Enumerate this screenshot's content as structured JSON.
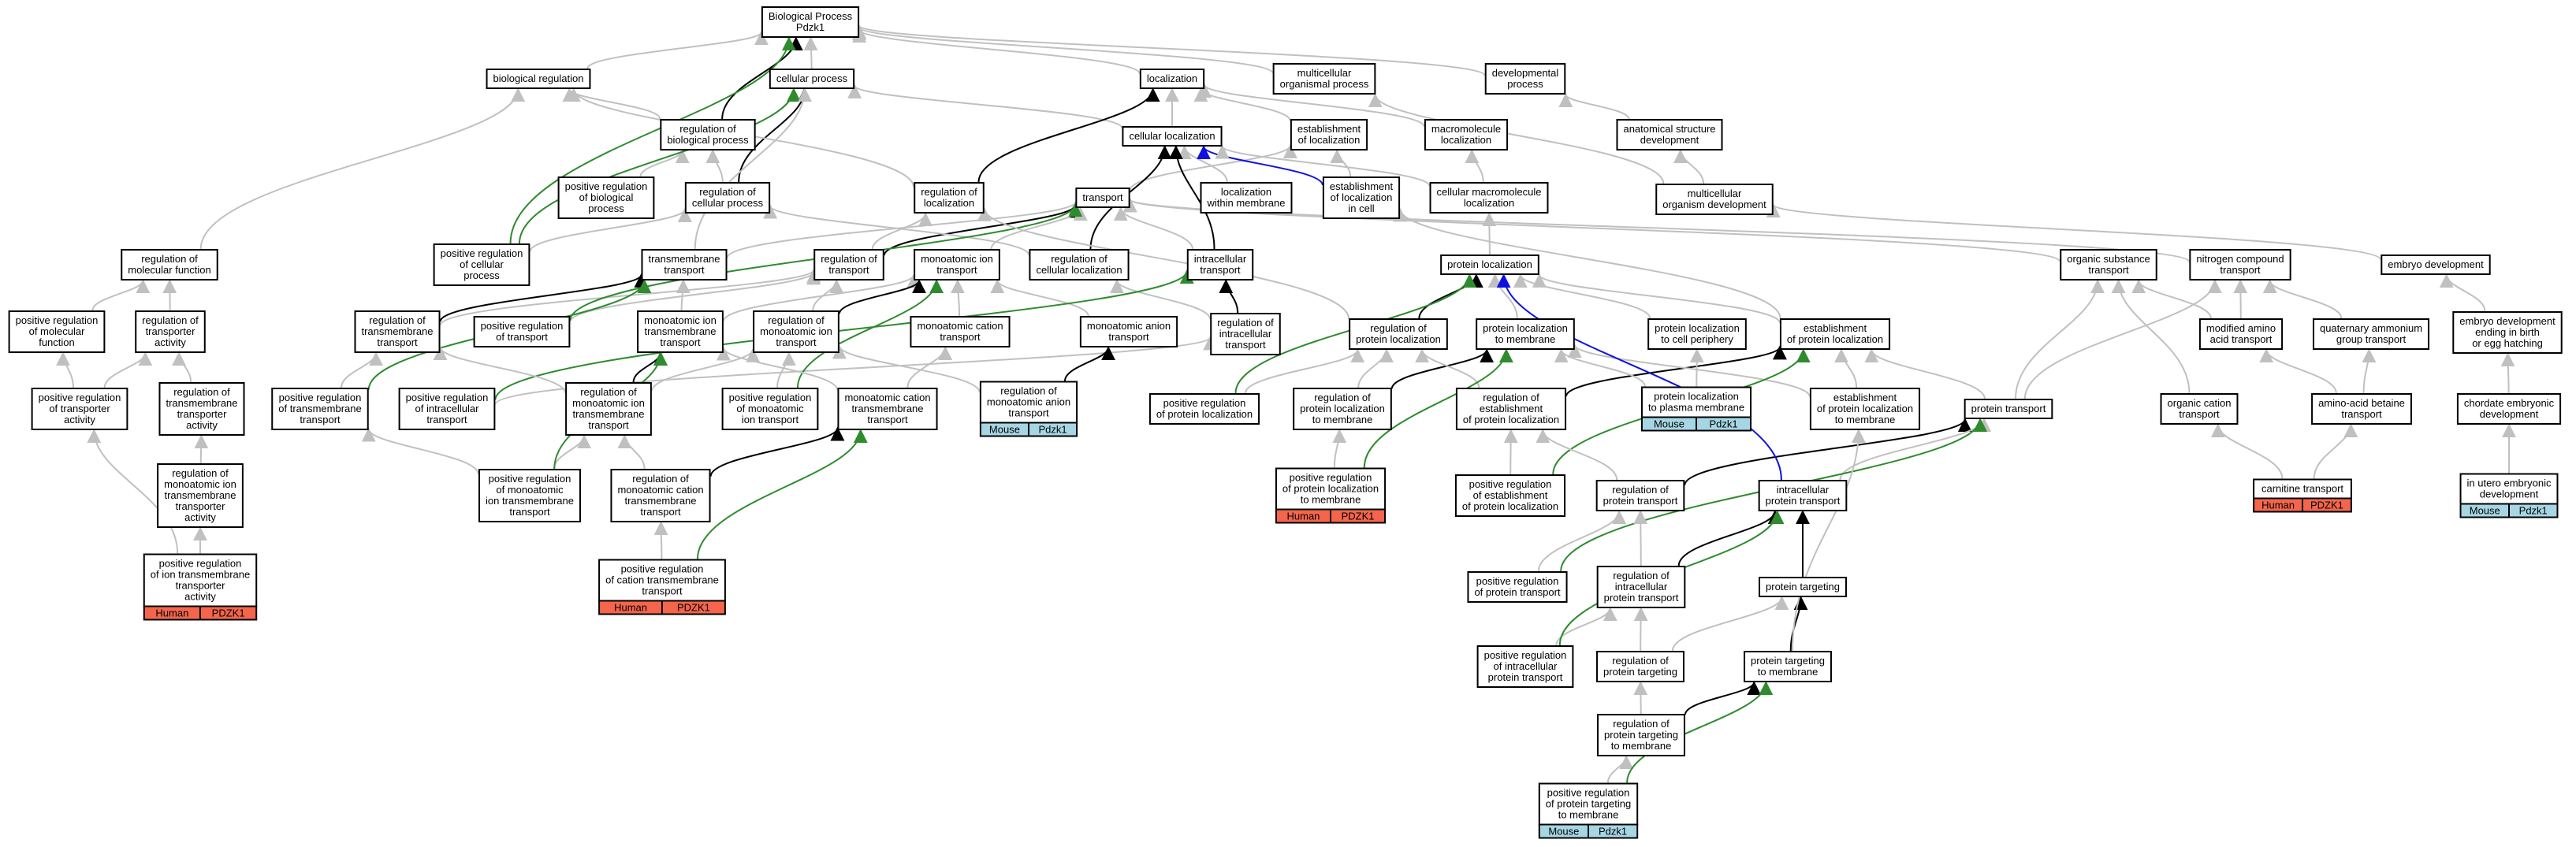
{
  "edge_colors": {
    "gray": "#c0c0c0",
    "black": "#000000",
    "green": "#2e8b2e",
    "blue": "#1010e0"
  },
  "tag_colors": {
    "Human": "#f4654c",
    "Mouse": "#a6d6e3"
  },
  "nodes": [
    {
      "id": "bp",
      "lines": [
        "Biological Process",
        "Pdzk1"
      ]
    },
    {
      "id": "bioreg",
      "lines": [
        "biological regulation"
      ]
    },
    {
      "id": "cellproc",
      "lines": [
        "cellular process"
      ]
    },
    {
      "id": "loc",
      "lines": [
        "localization"
      ]
    },
    {
      "id": "multiorg",
      "lines": [
        "multicellular",
        "organismal process"
      ]
    },
    {
      "id": "devproc",
      "lines": [
        "developmental",
        "process"
      ]
    },
    {
      "id": "regbio",
      "lines": [
        "regulation of",
        "biological process"
      ]
    },
    {
      "id": "cellloc",
      "lines": [
        "cellular localization"
      ]
    },
    {
      "id": "estloc",
      "lines": [
        "establishment",
        "of localization"
      ]
    },
    {
      "id": "macroloc",
      "lines": [
        "macromolecule",
        "localization"
      ]
    },
    {
      "id": "anatdev",
      "lines": [
        "anatomical structure",
        "development"
      ]
    },
    {
      "id": "posregbio",
      "lines": [
        "positive regulation",
        "of biological",
        "process"
      ]
    },
    {
      "id": "regcell",
      "lines": [
        "regulation of",
        "cellular process"
      ]
    },
    {
      "id": "regloc",
      "lines": [
        "regulation of",
        "localization"
      ]
    },
    {
      "id": "transport",
      "lines": [
        "transport"
      ]
    },
    {
      "id": "locmem",
      "lines": [
        "localization",
        "within membrane"
      ]
    },
    {
      "id": "estloccell",
      "lines": [
        "establishment",
        "of localization",
        "in cell"
      ]
    },
    {
      "id": "cellmacroloc",
      "lines": [
        "cellular macromolecule",
        "localization"
      ]
    },
    {
      "id": "multidev",
      "lines": [
        "multicellular",
        "organism development"
      ]
    },
    {
      "id": "regmolfn",
      "lines": [
        "regulation of",
        "molecular function"
      ]
    },
    {
      "id": "posregcell",
      "lines": [
        "positive regulation",
        "of cellular",
        "process"
      ]
    },
    {
      "id": "tmtransport",
      "lines": [
        "transmembrane",
        "transport"
      ]
    },
    {
      "id": "regtransport",
      "lines": [
        "regulation of",
        "transport"
      ]
    },
    {
      "id": "monoion",
      "lines": [
        "monoatomic ion",
        "transport"
      ]
    },
    {
      "id": "regcellloc",
      "lines": [
        "regulation of",
        "cellular localization"
      ]
    },
    {
      "id": "intratransport",
      "lines": [
        "intracellular",
        "transport"
      ]
    },
    {
      "id": "protloc",
      "lines": [
        "protein localization"
      ]
    },
    {
      "id": "orgsub",
      "lines": [
        "organic substance",
        "transport"
      ]
    },
    {
      "id": "nitro",
      "lines": [
        "nitrogen compound",
        "transport"
      ]
    },
    {
      "id": "embryo",
      "lines": [
        "embryo development"
      ]
    },
    {
      "id": "posregmolfn",
      "lines": [
        "positive regulation",
        "of molecular",
        "function"
      ]
    },
    {
      "id": "regtransporter",
      "lines": [
        "regulation of",
        "transporter",
        "activity"
      ]
    },
    {
      "id": "regtm",
      "lines": [
        "regulation of",
        "transmembrane",
        "transport"
      ]
    },
    {
      "id": "posregtransport",
      "lines": [
        "positive regulation",
        "of transport"
      ]
    },
    {
      "id": "monoiontm",
      "lines": [
        "monoatomic ion",
        "transmembrane",
        "transport"
      ]
    },
    {
      "id": "regmonoion",
      "lines": [
        "regulation of",
        "monoatomic ion",
        "transport"
      ]
    },
    {
      "id": "monocat",
      "lines": [
        "monoatomic cation",
        "transport"
      ]
    },
    {
      "id": "monoanion",
      "lines": [
        "monoatomic anion",
        "transport"
      ]
    },
    {
      "id": "regintra",
      "lines": [
        "regulation of",
        "intracellular",
        "transport"
      ]
    },
    {
      "id": "regprotloc",
      "lines": [
        "regulation of",
        "protein localization"
      ]
    },
    {
      "id": "protlocmem",
      "lines": [
        "protein localization",
        "to membrane"
      ]
    },
    {
      "id": "protlocperiph",
      "lines": [
        "protein localization",
        "to cell periphery"
      ]
    },
    {
      "id": "estprotloc",
      "lines": [
        "establishment",
        "of protein localization"
      ]
    },
    {
      "id": "modaa",
      "lines": [
        "modified amino",
        "acid transport"
      ]
    },
    {
      "id": "quat",
      "lines": [
        "quaternary ammonium",
        "group transport"
      ]
    },
    {
      "id": "embryoend",
      "lines": [
        "embryo development",
        "ending in birth",
        "or egg hatching"
      ]
    },
    {
      "id": "posregtransporter",
      "lines": [
        "positive regulation",
        "of transporter",
        "activity"
      ]
    },
    {
      "id": "regmonoiontmact",
      "lines": [
        "regulation of",
        "transmembrane",
        "transporter",
        "activity"
      ]
    },
    {
      "id": "posregtm",
      "lines": [
        "positive regulation",
        "of transmembrane",
        "transport"
      ]
    },
    {
      "id": "posregintra",
      "lines": [
        "positive regulation",
        "of intracellular",
        "transport"
      ]
    },
    {
      "id": "regmonoiontm",
      "lines": [
        "regulation of",
        "monoatomic ion",
        "transmembrane",
        "transport"
      ]
    },
    {
      "id": "posregmonoion",
      "lines": [
        "positive regulation",
        "of monoatomic",
        "ion transport"
      ]
    },
    {
      "id": "monocattm",
      "lines": [
        "monoatomic cation",
        "transmembrane",
        "transport"
      ]
    },
    {
      "id": "regmonoanion",
      "lines": [
        "regulation of",
        "monoatomic anion",
        "transport"
      ],
      "tag": [
        "Mouse",
        "Pdzk1"
      ]
    },
    {
      "id": "posregprotloc",
      "lines": [
        "positive regulation",
        "of protein localization"
      ]
    },
    {
      "id": "regprotlocmem",
      "lines": [
        "regulation of",
        "protein localization",
        "to membrane"
      ]
    },
    {
      "id": "regestprotloc",
      "lines": [
        "regulation of",
        "establishment",
        "of protein localization"
      ]
    },
    {
      "id": "protlocpm",
      "lines": [
        "protein localization",
        "to plasma membrane"
      ],
      "tag": [
        "Mouse",
        "Pdzk1"
      ]
    },
    {
      "id": "estprotlocmem",
      "lines": [
        "establishment",
        "of protein localization",
        "to membrane"
      ]
    },
    {
      "id": "prottransport",
      "lines": [
        "protein transport"
      ]
    },
    {
      "id": "orgcat",
      "lines": [
        "organic cation",
        "transport"
      ]
    },
    {
      "id": "aabetaine",
      "lines": [
        "amino-acid betaine",
        "transport"
      ]
    },
    {
      "id": "chordate",
      "lines": [
        "chordate embryonic",
        "development"
      ]
    },
    {
      "id": "regmonoiontmtact",
      "lines": [
        "regulation of",
        "monoatomic ion",
        "transmembrane",
        "transporter",
        "activity"
      ]
    },
    {
      "id": "posregmonoiontm",
      "lines": [
        "positive regulation",
        "of monoatomic",
        "ion transmembrane",
        "transport"
      ]
    },
    {
      "id": "regmonocattm",
      "lines": [
        "regulation of",
        "monoatomic cation",
        "transmembrane",
        "transport"
      ]
    },
    {
      "id": "posregprotlocmem",
      "lines": [
        "positive regulation",
        "of protein localization",
        "to membrane"
      ],
      "tag": [
        "Human",
        "PDZK1"
      ]
    },
    {
      "id": "posregestprotloc",
      "lines": [
        "positive regulation",
        "of establishment",
        "of protein localization"
      ]
    },
    {
      "id": "regprottransport",
      "lines": [
        "regulation of",
        "protein transport"
      ]
    },
    {
      "id": "intraprottransport",
      "lines": [
        "intracellular",
        "protein transport"
      ]
    },
    {
      "id": "carnitine",
      "lines": [
        "carnitine transport"
      ],
      "tag": [
        "Human",
        "PDZK1"
      ]
    },
    {
      "id": "inutero",
      "lines": [
        "in utero embryonic",
        "development"
      ],
      "tag": [
        "Mouse",
        "Pdzk1"
      ]
    },
    {
      "id": "posregiontmact",
      "lines": [
        "positive regulation",
        "of ion transmembrane",
        "transporter",
        "activity"
      ],
      "tag": [
        "Human",
        "PDZK1"
      ]
    },
    {
      "id": "posregcattm",
      "lines": [
        "positive regulation",
        "of cation transmembrane",
        "transport"
      ],
      "tag": [
        "Human",
        "PDZK1"
      ]
    },
    {
      "id": "posregprottransport",
      "lines": [
        "positive regulation",
        "of protein transport"
      ]
    },
    {
      "id": "regintraprot",
      "lines": [
        "regulation of",
        "intracellular",
        "protein transport"
      ]
    },
    {
      "id": "prottarget",
      "lines": [
        "protein targeting"
      ]
    },
    {
      "id": "posregintraprot",
      "lines": [
        "positive regulation",
        "of intracellular",
        "protein transport"
      ]
    },
    {
      "id": "regprottarget",
      "lines": [
        "regulation of",
        "protein targeting"
      ]
    },
    {
      "id": "prottargetmem",
      "lines": [
        "protein targeting",
        "to membrane"
      ]
    },
    {
      "id": "regprottargetmem",
      "lines": [
        "regulation of",
        "protein targeting",
        "to membrane"
      ]
    },
    {
      "id": "posregprottargetmem",
      "lines": [
        "positive regulation",
        "of protein targeting",
        "to membrane"
      ],
      "tag": [
        "Mouse",
        "Pdzk1"
      ]
    }
  ],
  "edges": [
    [
      "bioreg",
      "bp",
      "gray"
    ],
    [
      "cellproc",
      "bp",
      "gray"
    ],
    [
      "loc",
      "bp",
      "gray"
    ],
    [
      "multiorg",
      "bp",
      "gray"
    ],
    [
      "devproc",
      "bp",
      "gray"
    ],
    [
      "regbio",
      "bioreg",
      "gray"
    ],
    [
      "regbio",
      "bp",
      "black"
    ],
    [
      "cellloc",
      "loc",
      "gray"
    ],
    [
      "cellloc",
      "cellproc",
      "gray"
    ],
    [
      "estloc",
      "loc",
      "gray"
    ],
    [
      "macroloc",
      "loc",
      "gray"
    ],
    [
      "anatdev",
      "devproc",
      "gray"
    ],
    [
      "posregbio",
      "regbio",
      "gray"
    ],
    [
      "posregcell",
      "bp",
      "green"
    ],
    [
      "regcell",
      "cellproc",
      "black"
    ],
    [
      "regcell",
      "regbio",
      "gray"
    ],
    [
      "regloc",
      "loc",
      "black"
    ],
    [
      "regloc",
      "bioreg",
      "gray"
    ],
    [
      "transport",
      "estloc",
      "gray"
    ],
    [
      "locmem",
      "cellloc",
      "gray"
    ],
    [
      "estloccell",
      "cellloc",
      "blue"
    ],
    [
      "estloccell",
      "estloc",
      "gray"
    ],
    [
      "cellmacroloc",
      "macroloc",
      "gray"
    ],
    [
      "cellmacroloc",
      "cellloc",
      "gray"
    ],
    [
      "multidev",
      "anatdev",
      "gray"
    ],
    [
      "multidev",
      "multiorg",
      "gray"
    ],
    [
      "regmolfn",
      "bioreg",
      "gray"
    ],
    [
      "posregcell",
      "regcell",
      "gray"
    ],
    [
      "posregcell",
      "cellproc",
      "green"
    ],
    [
      "tmtransport",
      "transport",
      "gray"
    ],
    [
      "tmtransport",
      "cellproc",
      "gray"
    ],
    [
      "regtransport",
      "transport",
      "black"
    ],
    [
      "regtransport",
      "regloc",
      "gray"
    ],
    [
      "monoion",
      "transport",
      "gray"
    ],
    [
      "regcellloc",
      "cellloc",
      "black"
    ],
    [
      "regcellloc",
      "regcell",
      "gray"
    ],
    [
      "intratransport",
      "cellloc",
      "black"
    ],
    [
      "intratransport",
      "transport",
      "gray"
    ],
    [
      "protloc",
      "cellmacroloc",
      "gray"
    ],
    [
      "orgsub",
      "transport",
      "gray"
    ],
    [
      "nitro",
      "transport",
      "gray"
    ],
    [
      "embryo",
      "multidev",
      "gray"
    ],
    [
      "posregmolfn",
      "regmolfn",
      "gray"
    ],
    [
      "regtransporter",
      "regmolfn",
      "gray"
    ],
    [
      "regtm",
      "tmtransport",
      "black"
    ],
    [
      "regtm",
      "regtransport",
      "gray"
    ],
    [
      "posregtransport",
      "regtransport",
      "gray"
    ],
    [
      "posregtransport",
      "transport",
      "green"
    ],
    [
      "monoiontm",
      "monoion",
      "gray"
    ],
    [
      "monoiontm",
      "tmtransport",
      "gray"
    ],
    [
      "regmonoion",
      "monoion",
      "black"
    ],
    [
      "regmonoion",
      "regtransport",
      "gray"
    ],
    [
      "monocat",
      "monoion",
      "gray"
    ],
    [
      "monoanion",
      "monoion",
      "gray"
    ],
    [
      "regintra",
      "intratransport",
      "black"
    ],
    [
      "regintra",
      "regcellloc",
      "gray"
    ],
    [
      "regprotloc",
      "protloc",
      "black"
    ],
    [
      "regprotloc",
      "regloc",
      "gray"
    ],
    [
      "protlocmem",
      "protloc",
      "gray"
    ],
    [
      "protlocperiph",
      "protloc",
      "gray"
    ],
    [
      "estprotloc",
      "protloc",
      "gray"
    ],
    [
      "estprotloc",
      "estloccell",
      "gray"
    ],
    [
      "modaa",
      "nitro",
      "gray"
    ],
    [
      "modaa",
      "orgsub",
      "gray"
    ],
    [
      "quat",
      "nitro",
      "gray"
    ],
    [
      "embryoend",
      "embryo",
      "gray"
    ],
    [
      "posregtransporter",
      "regtransporter",
      "gray"
    ],
    [
      "posregtransporter",
      "posregmolfn",
      "gray"
    ],
    [
      "regmonoiontmact",
      "regtransporter",
      "gray"
    ],
    [
      "posregtm",
      "regtm",
      "gray"
    ],
    [
      "posregtm",
      "tmtransport",
      "green"
    ],
    [
      "posregintra",
      "regintra",
      "gray"
    ],
    [
      "posregintra",
      "intratransport",
      "green"
    ],
    [
      "regmonoiontm",
      "monoiontm",
      "black"
    ],
    [
      "regmonoiontm",
      "regtm",
      "gray"
    ],
    [
      "regmonoiontm",
      "regmonoion",
      "gray"
    ],
    [
      "posregmonoion",
      "regmonoion",
      "gray"
    ],
    [
      "posregmonoion",
      "monoion",
      "green"
    ],
    [
      "monocattm",
      "monocat",
      "gray"
    ],
    [
      "monocattm",
      "monoiontm",
      "gray"
    ],
    [
      "regmonoanion",
      "monoanion",
      "black"
    ],
    [
      "regmonoanion",
      "regmonoion",
      "gray"
    ],
    [
      "posregprotloc",
      "regprotloc",
      "gray"
    ],
    [
      "posregprotloc",
      "protloc",
      "green"
    ],
    [
      "regprotlocmem",
      "protlocmem",
      "black"
    ],
    [
      "regprotlocmem",
      "regprotloc",
      "gray"
    ],
    [
      "regestprotloc",
      "estprotloc",
      "black"
    ],
    [
      "regestprotloc",
      "regprotloc",
      "gray"
    ],
    [
      "protlocpm",
      "protlocperiph",
      "gray"
    ],
    [
      "protlocpm",
      "protlocmem",
      "gray"
    ],
    [
      "estprotlocmem",
      "estprotloc",
      "gray"
    ],
    [
      "estprotlocmem",
      "protlocmem",
      "gray"
    ],
    [
      "prottransport",
      "estprotloc",
      "gray"
    ],
    [
      "prottransport",
      "orgsub",
      "gray"
    ],
    [
      "prottransport",
      "nitro",
      "gray"
    ],
    [
      "orgcat",
      "orgsub",
      "gray"
    ],
    [
      "aabetaine",
      "quat",
      "gray"
    ],
    [
      "aabetaine",
      "modaa",
      "gray"
    ],
    [
      "chordate",
      "embryoend",
      "gray"
    ],
    [
      "regmonoiontmtact",
      "regmonoiontmact",
      "gray"
    ],
    [
      "posregmonoiontm",
      "regmonoiontm",
      "gray"
    ],
    [
      "posregmonoiontm",
      "monoiontm",
      "green"
    ],
    [
      "posregmonoiontm",
      "posregtm",
      "gray"
    ],
    [
      "regmonocattm",
      "monocattm",
      "black"
    ],
    [
      "regmonocattm",
      "regmonoiontm",
      "gray"
    ],
    [
      "posregprotlocmem",
      "regprotlocmem",
      "gray"
    ],
    [
      "posregprotlocmem",
      "protlocmem",
      "green"
    ],
    [
      "posregestprotloc",
      "regestprotloc",
      "gray"
    ],
    [
      "posregestprotloc",
      "estprotloc",
      "green"
    ],
    [
      "regprottransport",
      "prottransport",
      "black"
    ],
    [
      "regprottransport",
      "regestprotloc",
      "gray"
    ],
    [
      "intraprottransport",
      "prottransport",
      "gray"
    ],
    [
      "intraprottransport",
      "protloc",
      "blue"
    ],
    [
      "carnitine",
      "aabetaine",
      "gray"
    ],
    [
      "carnitine",
      "orgcat",
      "gray"
    ],
    [
      "inutero",
      "chordate",
      "gray"
    ],
    [
      "posregiontmact",
      "regmonoiontmtact",
      "gray"
    ],
    [
      "posregiontmact",
      "posregtransporter",
      "gray"
    ],
    [
      "posregcattm",
      "regmonocattm",
      "gray"
    ],
    [
      "posregcattm",
      "monocattm",
      "green"
    ],
    [
      "posregprottransport",
      "regprottransport",
      "gray"
    ],
    [
      "posregprottransport",
      "prottransport",
      "green"
    ],
    [
      "regintraprot",
      "intraprottransport",
      "black"
    ],
    [
      "regintraprot",
      "regprottransport",
      "gray"
    ],
    [
      "prottarget",
      "intraprottransport",
      "black"
    ],
    [
      "posregintraprot",
      "regintraprot",
      "gray"
    ],
    [
      "posregintraprot",
      "intraprottransport",
      "green"
    ],
    [
      "regprottarget",
      "prottarget",
      "gray"
    ],
    [
      "regprottarget",
      "regintraprot",
      "gray"
    ],
    [
      "prottargetmem",
      "prottarget",
      "black"
    ],
    [
      "prottargetmem",
      "estprotlocmem",
      "gray"
    ],
    [
      "regprottargetmem",
      "prottargetmem",
      "black"
    ],
    [
      "regprottargetmem",
      "regprottarget",
      "gray"
    ],
    [
      "posregprottargetmem",
      "regprottargetmem",
      "gray"
    ],
    [
      "posregprottargetmem",
      "prottargetmem",
      "green"
    ]
  ]
}
